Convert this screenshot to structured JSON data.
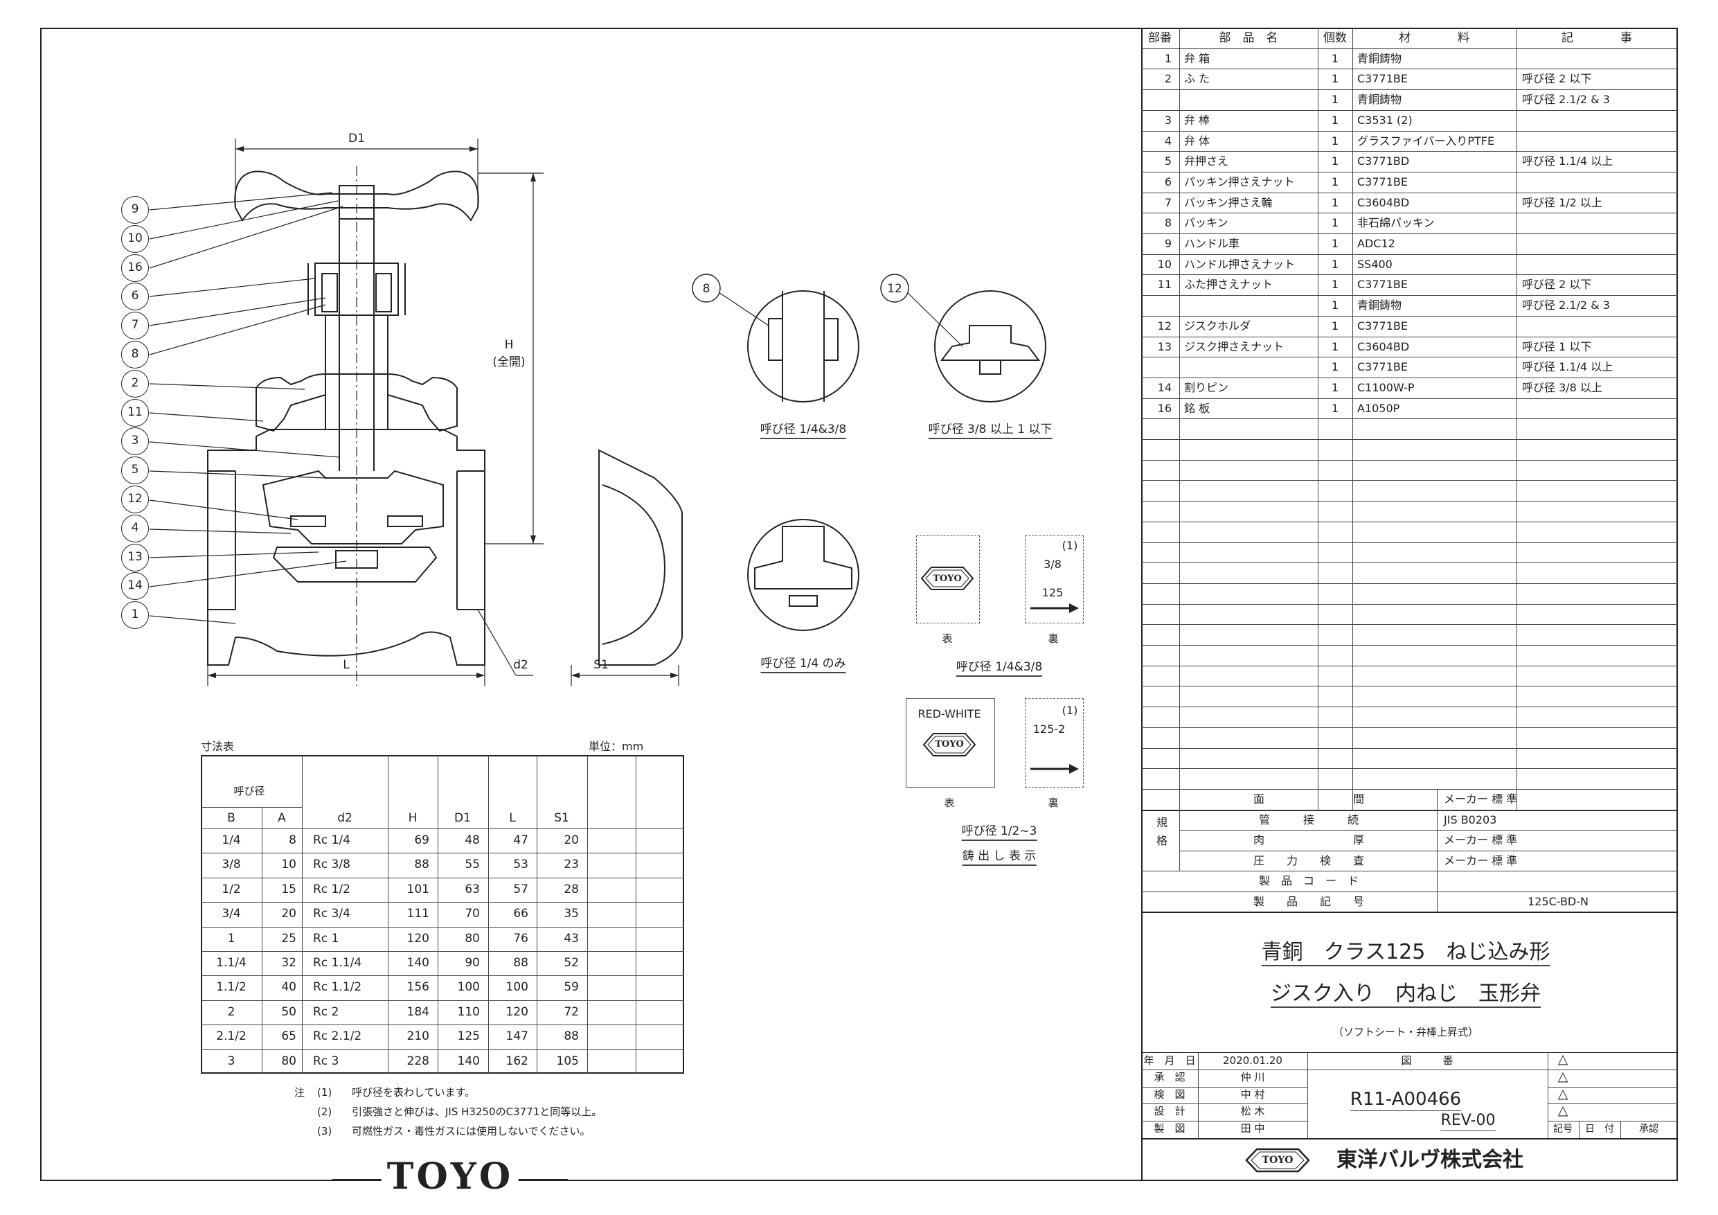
{
  "parts_header": {
    "no": "部番",
    "name": "部　品　名",
    "qty": "個数",
    "material": "材　　　　料",
    "remarks": "記　　　　事"
  },
  "parts": [
    {
      "no": "1",
      "name": "弁 箱",
      "qty": "1",
      "material": "青銅鋳物",
      "remarks": ""
    },
    {
      "no": "2",
      "name": "ふ た",
      "qty": "1",
      "material": "C3771BE",
      "remarks": "呼び径 2 以下"
    },
    {
      "no": "",
      "name": "",
      "qty": "1",
      "material": "青銅鋳物",
      "remarks": "呼び径 2.1/2 & 3"
    },
    {
      "no": "3",
      "name": "弁 棒",
      "qty": "1",
      "material": "C3531 (2)",
      "remarks": ""
    },
    {
      "no": "4",
      "name": "弁 体",
      "qty": "1",
      "material": "グラスファイバー入りPTFE",
      "remarks": ""
    },
    {
      "no": "5",
      "name": "弁押さえ",
      "qty": "1",
      "material": "C3771BD",
      "remarks": "呼び径 1.1/4 以上"
    },
    {
      "no": "6",
      "name": "パッキン押さえナット",
      "qty": "1",
      "material": "C3771BE",
      "remarks": ""
    },
    {
      "no": "7",
      "name": "パッキン押さえ輪",
      "qty": "1",
      "material": "C3604BD",
      "remarks": "呼び径 1/2 以上"
    },
    {
      "no": "8",
      "name": "パッキン",
      "qty": "1",
      "material": "非石綿パッキン",
      "remarks": ""
    },
    {
      "no": "9",
      "name": "ハンドル車",
      "qty": "1",
      "material": "ADC12",
      "remarks": ""
    },
    {
      "no": "10",
      "name": "ハンドル押さえナット",
      "qty": "1",
      "material": "SS400",
      "remarks": ""
    },
    {
      "no": "11",
      "name": "ふた押さえナット",
      "qty": "1",
      "material": "C3771BE",
      "remarks": "呼び径 2 以下"
    },
    {
      "no": "",
      "name": "",
      "qty": "1",
      "material": "青銅鋳物",
      "remarks": "呼び径 2.1/2 & 3"
    },
    {
      "no": "12",
      "name": "ジスクホルダ",
      "qty": "1",
      "material": "C3771BE",
      "remarks": ""
    },
    {
      "no": "13",
      "name": "ジスク押さえナット",
      "qty": "1",
      "material": "C3604BD",
      "remarks": "呼び径 1 以下"
    },
    {
      "no": "",
      "name": "",
      "qty": "1",
      "material": "C3771BE",
      "remarks": "呼び径 1.1/4 以上"
    },
    {
      "no": "14",
      "name": "割りピン",
      "qty": "1",
      "material": "C1100W-P",
      "remarks": "呼び径 3/8 以上"
    },
    {
      "no": "16",
      "name": "銘 板",
      "qty": "1",
      "material": "A1050P",
      "remarks": ""
    }
  ],
  "spec": {
    "label": "規格",
    "rows": [
      {
        "item": "面　　　　　　　　間",
        "value": "メーカー 標 準"
      },
      {
        "item": "管　　　接　　　続",
        "value": "JIS B0203"
      },
      {
        "item": "肉　　　　　　　　厚",
        "value": "メーカー 標 準"
      },
      {
        "item": "圧　　力　　検　　査",
        "value": "メーカー 標 準"
      }
    ],
    "product_code_label": "製　品　コ　ー　ド",
    "product_code": "",
    "product_symbol_label": "製　　品　　記　　号",
    "product_symbol": "125C-BD-N"
  },
  "title": {
    "line1": "青銅　クラス125　ねじ込み形",
    "line2": "ジスク入り　内ねじ　玉形弁",
    "sub": "（ソフトシート・弁棒上昇式）"
  },
  "approval": {
    "date_label": "年　月　日",
    "date": "2020.01.20",
    "drawing_no_label": "図　　　番",
    "rows": [
      {
        "role": "承　認",
        "name": "仲 川"
      },
      {
        "role": "検　図",
        "name": "中 村"
      },
      {
        "role": "設　計",
        "name": "松 木"
      },
      {
        "role": "製　図",
        "name": "田 中"
      }
    ],
    "drawing_no": "R11-A00466",
    "rev": "REV-00",
    "rev_symbol": "△",
    "rev_cols": [
      "記号",
      "日　付",
      "承認"
    ]
  },
  "company": {
    "logo_text": "TOYO",
    "name": "東洋バルヴ株式会社"
  },
  "bottom_logo": "TOYO",
  "dim_table": {
    "title": "寸法表",
    "unit": "単位：mm",
    "nominal_label": "呼び径",
    "headers": [
      "B",
      "A",
      "d2",
      "H",
      "D1",
      "L",
      "S1"
    ],
    "rows": [
      [
        "1/4",
        "8",
        "Rc 1/4",
        "69",
        "48",
        "47",
        "20"
      ],
      [
        "3/8",
        "10",
        "Rc 3/8",
        "88",
        "55",
        "53",
        "23"
      ],
      [
        "1/2",
        "15",
        "Rc 1/2",
        "101",
        "63",
        "57",
        "28"
      ],
      [
        "3/4",
        "20",
        "Rc 3/4",
        "111",
        "70",
        "66",
        "35"
      ],
      [
        "1",
        "25",
        "Rc 1",
        "120",
        "80",
        "76",
        "43"
      ],
      [
        "1.1/4",
        "32",
        "Rc 1.1/4",
        "140",
        "90",
        "88",
        "52"
      ],
      [
        "1.1/2",
        "40",
        "Rc 1.1/2",
        "156",
        "100",
        "100",
        "59"
      ],
      [
        "2",
        "50",
        "Rc 2",
        "184",
        "110",
        "120",
        "72"
      ],
      [
        "2.1/2",
        "65",
        "Rc 2.1/2",
        "210",
        "125",
        "147",
        "88"
      ],
      [
        "3",
        "80",
        "Rc 3",
        "228",
        "140",
        "162",
        "105"
      ]
    ],
    "notes_label": "注",
    "notes": [
      {
        "no": "(1)",
        "text": "呼び径を表わしています。"
      },
      {
        "no": "(2)",
        "text": "引張強さと伸びは、JIS H3250のC3771と同等以上。"
      },
      {
        "no": "(3)",
        "text": "可燃性ガス・毒性ガスには使用しないでください。"
      }
    ]
  },
  "drawing": {
    "balloons": [
      "9",
      "10",
      "16",
      "6",
      "7",
      "8",
      "2",
      "11",
      "3",
      "5",
      "12",
      "4",
      "13",
      "14",
      "1"
    ],
    "dims": {
      "d1": "D1",
      "h": "H",
      "h_note": "(全開)",
      "l": "L",
      "d2": "d2",
      "s1": "S1"
    },
    "detail_8_label": "呼び径 1/4&3/8",
    "detail_12_label": "呼び径 3/8 以上 1 以下",
    "detail_bottom_label": "呼び径 1/4 のみ",
    "mark1": {
      "logo": "TOYO",
      "size": "3/8",
      "class": "125",
      "note": "(1)",
      "front": "表",
      "back": "裏",
      "caption": "呼び径 1/4&3/8"
    },
    "mark2": {
      "top": "RED-WHITE",
      "logo": "TOYO",
      "class": "125-2",
      "note": "(1)",
      "front": "表",
      "back": "裏",
      "caption": "呼び径 1/2~3",
      "caption2": "鋳 出 し 表 示"
    }
  }
}
